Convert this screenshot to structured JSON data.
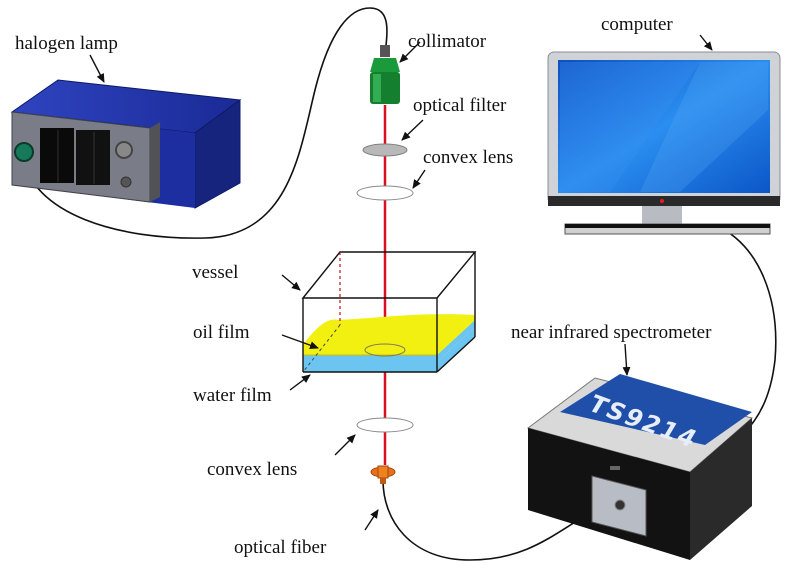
{
  "labels": {
    "halogen_lamp": "halogen lamp",
    "collimator": "collimator",
    "optical_filter": "optical filter",
    "convex_lens_top": "convex lens",
    "computer": "computer",
    "vessel": "vessel",
    "oil_film": "oil film",
    "water_film": "water film",
    "convex_lens_bottom": "convex lens",
    "optical_fiber": "optical fiber",
    "spectrometer": "near infrared spectrometer",
    "spectrometer_brand": "TS9214"
  },
  "colors": {
    "lamp_body": "#1c2ea0",
    "collimator": "#1a9a3a",
    "beam": "#d81020",
    "oil": "#f2f010",
    "water": "#6cc4f0",
    "screen": "#1a6ed8",
    "spectrometer_label": "#1f4fa8"
  }
}
